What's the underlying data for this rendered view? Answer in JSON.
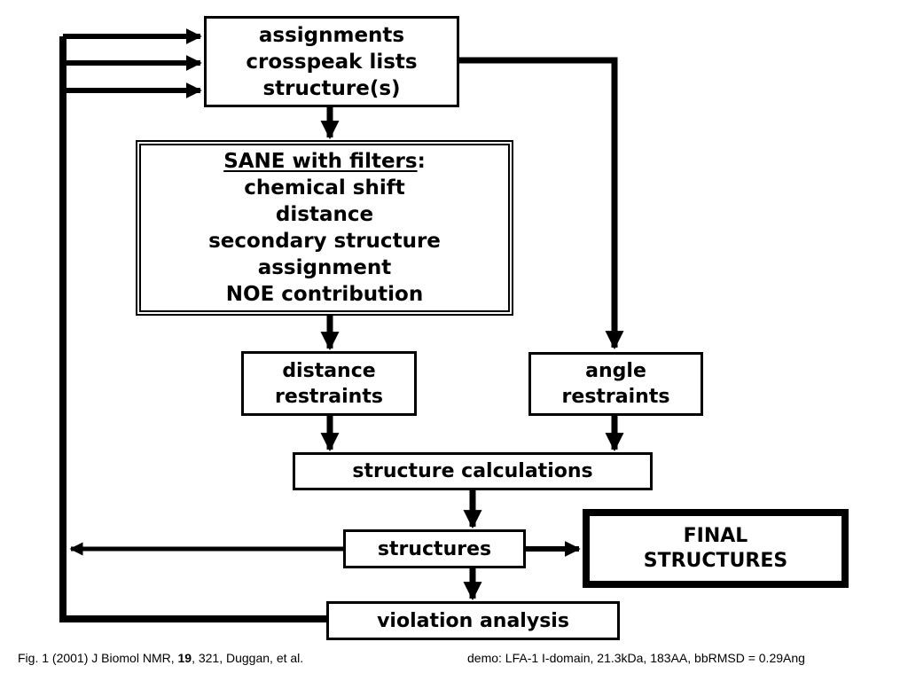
{
  "boxes": {
    "input": {
      "lines": [
        "assignments",
        "crosspeak lists",
        "structure(s)"
      ]
    },
    "sane": {
      "header": "SANE with filters",
      "header_suffix": ":",
      "lines": [
        "chemical shift",
        "distance",
        "secondary structure",
        "assignment",
        "NOE contribution"
      ]
    },
    "distance": {
      "lines": [
        "distance",
        "restraints"
      ]
    },
    "angle": {
      "lines": [
        "angle",
        "restraints"
      ]
    },
    "calc": {
      "label": "structure calculations"
    },
    "structures": {
      "label": "structures"
    },
    "final": {
      "lines": [
        "FINAL",
        "STRUCTURES"
      ]
    },
    "violation": {
      "label": "violation analysis"
    }
  },
  "caption": {
    "left": {
      "prefix": "Fig. 1 (2001) J Biomol NMR, ",
      "volume": "19",
      "suffix": ", 321, Duggan, et al."
    },
    "right": "demo: LFA-1 I-domain, 21.3kDa, 183AA, bbRMSD = 0.29Ang"
  }
}
